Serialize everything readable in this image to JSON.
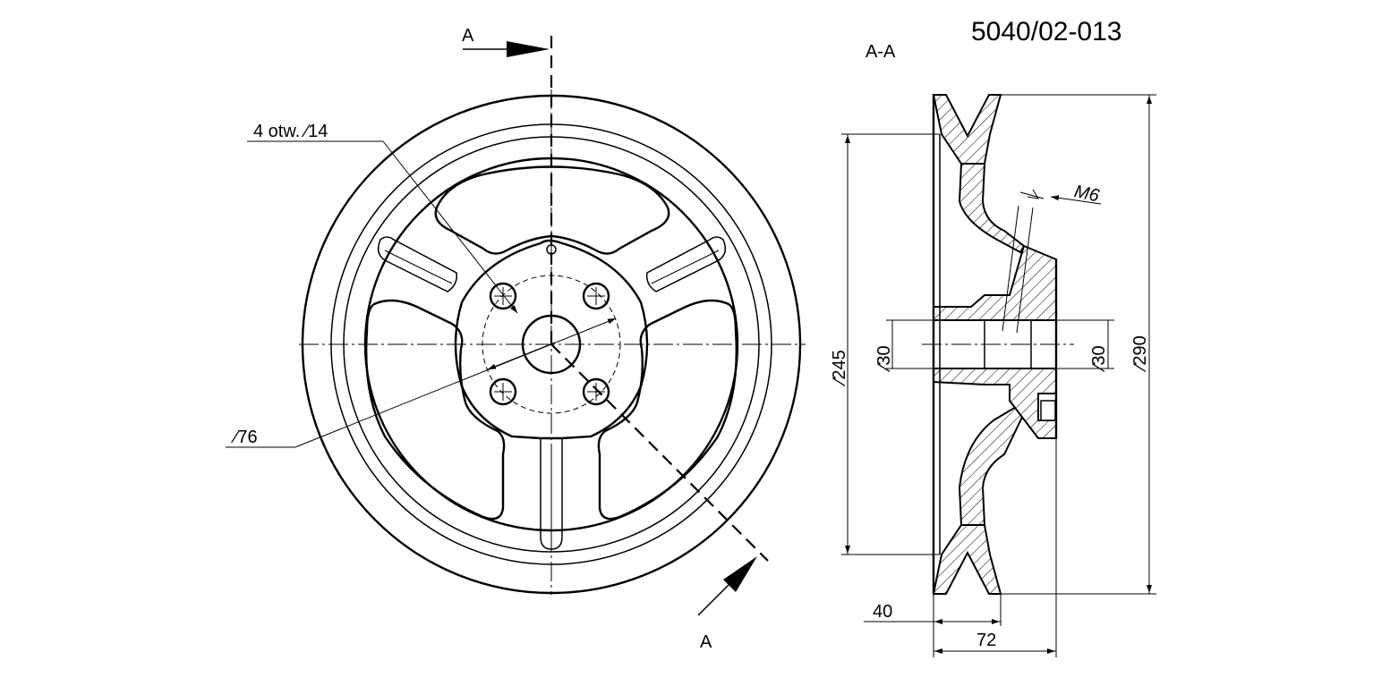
{
  "drawing_number": "5040/02-013",
  "section_label": "A-A",
  "cut_marker_top": "A",
  "cut_marker_bottom": "A",
  "holes_callout": "4 otw. ∕14",
  "bolt_circle_dim": "∕76",
  "thread_callout": "M6",
  "dim_groove_diameter": "∕245",
  "dim_outer_diameter": "∕290",
  "dim_bore_left": "∕30",
  "dim_bore_right": "∕30",
  "dim_rim_width": "40",
  "dim_total_width": "72"
}
